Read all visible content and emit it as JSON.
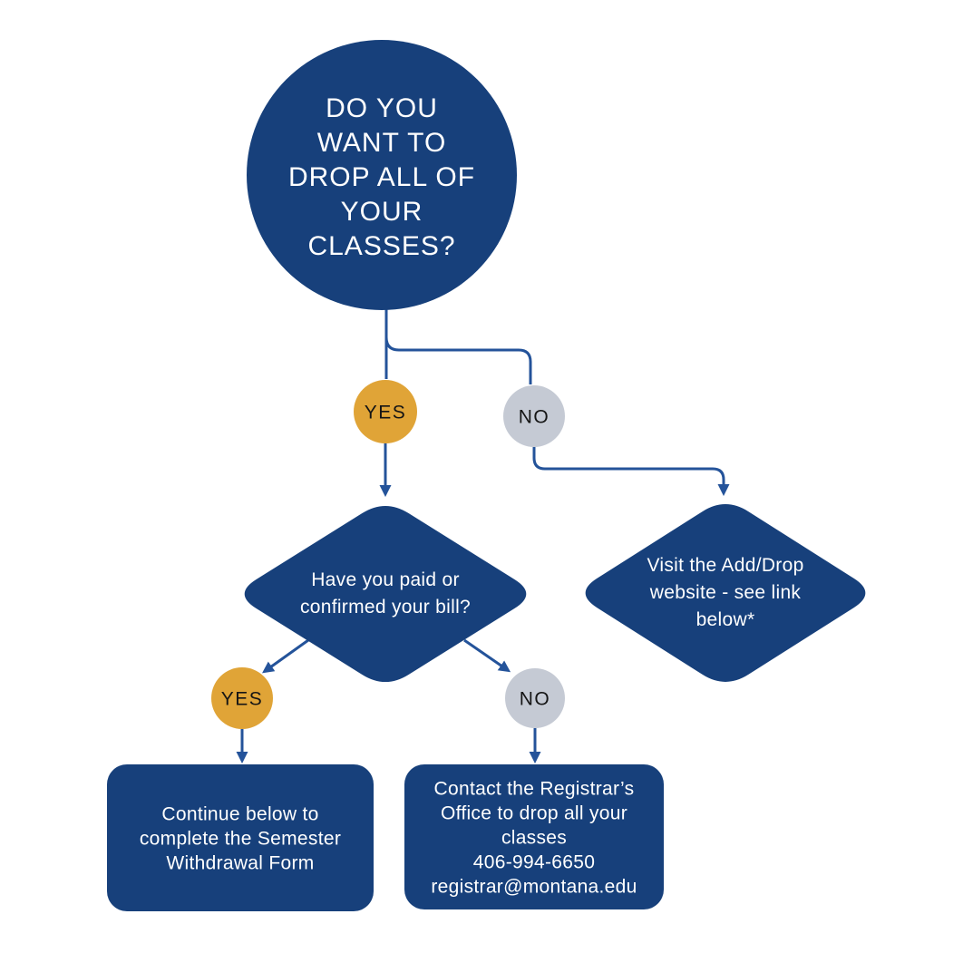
{
  "colors": {
    "navy": "#17407B",
    "connector": "#24539A",
    "gold": "#E0A437",
    "gray": "#C5CAD4",
    "label_light": "#FFFFFF",
    "label_dark": "#151515"
  },
  "nodes": {
    "start": {
      "type": "circle",
      "label": "DO YOU\nWANT TO\nDROP ALL OF\nYOUR\nCLASSES?"
    },
    "branch1_yes": {
      "type": "circle",
      "label": "YES"
    },
    "branch1_no": {
      "type": "circle",
      "label": "NO"
    },
    "bill_question": {
      "type": "diamond",
      "label": "Have you paid or\nconfirmed your bill?"
    },
    "add_drop": {
      "type": "diamond",
      "label": "Visit the Add/Drop\nwebsite - see link\nbelow*"
    },
    "branch2_yes": {
      "type": "circle",
      "label": "YES"
    },
    "branch2_no": {
      "type": "circle",
      "label": "NO"
    },
    "withdrawal_form": {
      "type": "rounded-rect",
      "label": "Continue below to\ncomplete the Semester\nWithdrawal Form"
    },
    "contact_registrar": {
      "type": "rounded-rect",
      "label": "Contact the Registrar’s\nOffice to drop all your\nclasses\n406-994-6650\nregistrar@montana.edu"
    }
  },
  "edges": [
    {
      "from": "start",
      "to": "branch1_yes"
    },
    {
      "from": "start",
      "to": "branch1_no"
    },
    {
      "from": "branch1_yes",
      "to": "bill_question"
    },
    {
      "from": "branch1_no",
      "to": "add_drop"
    },
    {
      "from": "bill_question",
      "to": "branch2_yes"
    },
    {
      "from": "bill_question",
      "to": "branch2_no"
    },
    {
      "from": "branch2_yes",
      "to": "withdrawal_form"
    },
    {
      "from": "branch2_no",
      "to": "contact_registrar"
    }
  ]
}
